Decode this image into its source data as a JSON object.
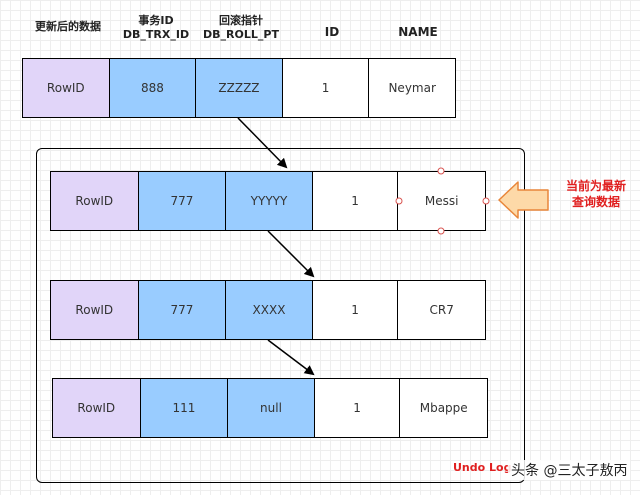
{
  "headers": {
    "updated": "更新后的数据",
    "trx_line1": "事务ID",
    "trx_line2": "DB_TRX_ID",
    "roll_line1": "回滚指针",
    "roll_line2": "DB_ROLL_PT",
    "id": "ID",
    "name": "NAME"
  },
  "rows": [
    {
      "rowid": "RowID",
      "trx": "888",
      "roll": "ZZZZZ",
      "id": "1",
      "name": "Neymar"
    },
    {
      "rowid": "RowID",
      "trx": "777",
      "roll": "YYYYY",
      "id": "1",
      "name": "Messi"
    },
    {
      "rowid": "RowID",
      "trx": "777",
      "roll": "XXXX",
      "id": "1",
      "name": "CR7"
    },
    {
      "rowid": "RowID",
      "trx": "111",
      "roll": "null",
      "id": "1",
      "name": "Mbappe"
    }
  ],
  "undo_log_label": "Undo Log",
  "note_line1": "当前为最新",
  "note_line2": "查询数据",
  "watermark": "头条 @三太子敖丙",
  "colors": {
    "rowid_fill": "#e1d5f9",
    "pointer_fill": "#99ccff",
    "arrow_fill": "#fdd9a8",
    "arrow_stroke": "#e8863a",
    "accent_red": "#e02020"
  }
}
